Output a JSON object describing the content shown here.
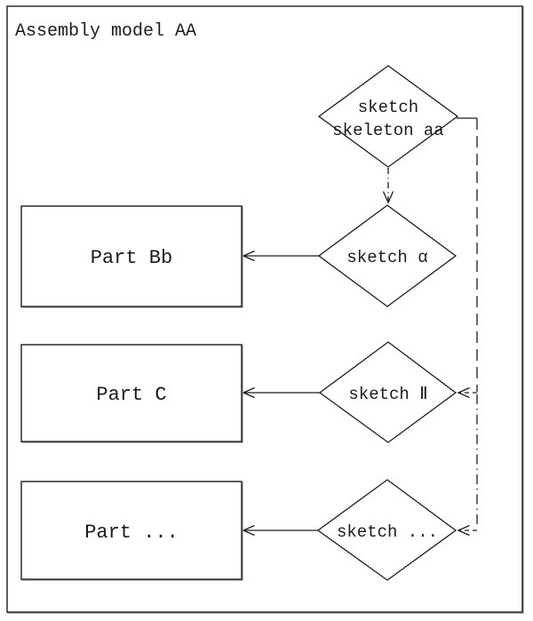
{
  "diagram": {
    "frame_label": "Assembly model AA",
    "nodes": {
      "skeleton_diamond": {
        "shape": "diamond",
        "line1": "sketch",
        "line2": "skeleton aa"
      },
      "part_bb": {
        "shape": "rect",
        "label": "Part Bb"
      },
      "sketch_alpha": {
        "shape": "diamond",
        "label": "sketch α"
      },
      "part_c": {
        "shape": "rect",
        "label": "Part C"
      },
      "sketch_ii": {
        "shape": "diamond",
        "label": "sketch Ⅱ"
      },
      "part_etc": {
        "shape": "rect",
        "label": "Part ..."
      },
      "sketch_etc": {
        "shape": "diamond",
        "label": "sketch ..."
      }
    },
    "edges": [
      {
        "from": "skeleton_diamond",
        "to": "sketch_alpha",
        "style": "dash-dot",
        "arrow": true
      },
      {
        "from": "skeleton_diamond",
        "to": "sketch_ii",
        "style": "dashed",
        "arrow": true
      },
      {
        "from": "skeleton_diamond",
        "to": "sketch_etc",
        "style": "dash-dot",
        "arrow": true
      },
      {
        "from": "sketch_alpha",
        "to": "part_bb",
        "style": "solid",
        "arrow": true
      },
      {
        "from": "sketch_ii",
        "to": "part_c",
        "style": "solid",
        "arrow": true
      },
      {
        "from": "sketch_etc",
        "to": "part_etc",
        "style": "solid",
        "arrow": true
      }
    ],
    "colors": {
      "line": "#1c1c1c",
      "text": "#1c1c1c",
      "background": "#ffffff",
      "shadow": "#9a9a9a"
    }
  }
}
